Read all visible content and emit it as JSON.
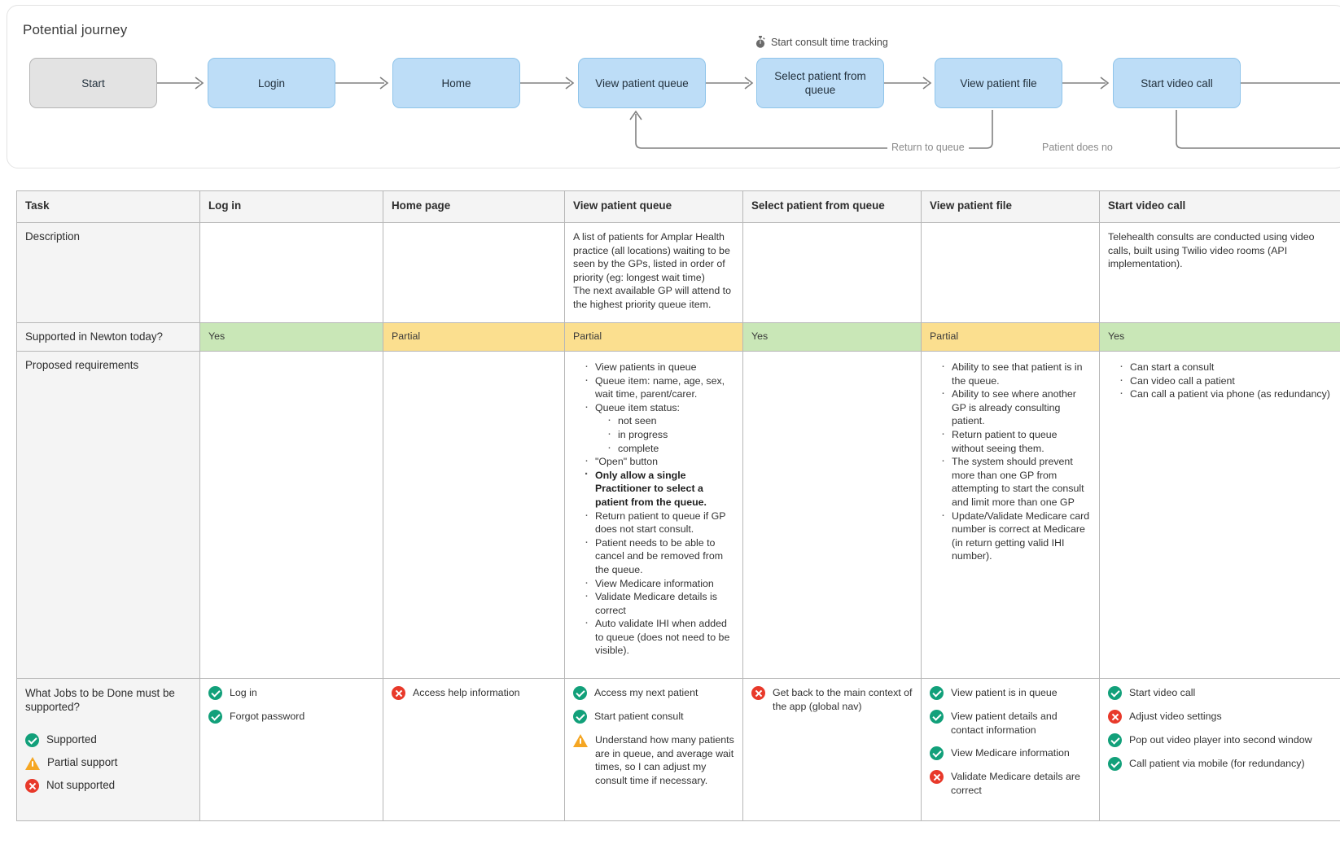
{
  "journey": {
    "title": "Potential journey",
    "timer_note": {
      "icon": "stopwatch-icon",
      "label": "Start consult time tracking"
    },
    "nodes": [
      {
        "id": "start",
        "label": "Start",
        "type": "start"
      },
      {
        "id": "login",
        "label": "Login",
        "type": "step"
      },
      {
        "id": "home",
        "label": "Home",
        "type": "step"
      },
      {
        "id": "view-patient-queue",
        "label": "View patient queue",
        "type": "step"
      },
      {
        "id": "select-patient-from-queue",
        "label": "Select patient from queue",
        "type": "step"
      },
      {
        "id": "view-patient-file",
        "label": "View patient file",
        "type": "step"
      },
      {
        "id": "start-video-call",
        "label": "Start video call",
        "type": "step"
      }
    ],
    "edge_labels": [
      {
        "id": "return-to-queue",
        "label": "Return to queue"
      },
      {
        "id": "patient-does-not",
        "label": "Patient does no"
      }
    ],
    "colors": {
      "step_fill": "#bdddf7",
      "step_border": "#8fc4ea",
      "start_fill": "#e3e3e3",
      "start_border": "#b5b5b5",
      "connector": "#808080"
    }
  },
  "matrix": {
    "columns": [
      "Task",
      "Log in",
      "Home page",
      "View patient queue",
      "Select patient from queue",
      "View patient file",
      "Start video call"
    ],
    "rows": {
      "description": {
        "label": "Description",
        "cells": [
          "",
          "",
          "A list of patients for Amplar Health practice (all locations) waiting to be seen by the GPs, listed in order of priority (eg: longest wait time)\nThe next available GP will attend to the highest priority queue item.",
          "",
          "",
          "Telehealth consults are conducted using video calls, built using Twilio video rooms (API implementation)."
        ]
      },
      "supported": {
        "label": "Supported in Newton today?",
        "cells": [
          {
            "value": "Yes",
            "state": "yes"
          },
          {
            "value": "Partial",
            "state": "partial"
          },
          {
            "value": "Partial",
            "state": "partial"
          },
          {
            "value": "Yes",
            "state": "yes"
          },
          {
            "value": "Partial",
            "state": "partial"
          },
          {
            "value": "Yes",
            "state": "yes"
          }
        ]
      },
      "requirements": {
        "label": "Proposed requirements",
        "cells": [
          {
            "items": []
          },
          {
            "items": []
          },
          {
            "items": [
              {
                "text": "View patients in queue"
              },
              {
                "text": "Queue item: name, age, sex, wait time, parent/carer."
              },
              {
                "text": "Queue item status:",
                "sub": [
                  "not seen",
                  "in progress",
                  "complete"
                ]
              },
              {
                "text": "\"Open\" button"
              },
              {
                "text": "Only allow a single Practitioner to select a patient from the queue.",
                "bold": true
              },
              {
                "text": "Return patient to queue if GP does not start consult."
              },
              {
                "text": "Patient needs to be able to cancel and be removed from the queue."
              },
              {
                "text": "View Medicare information"
              },
              {
                "text": "Validate Medicare details is correct"
              },
              {
                "text": "Auto validate IHI when added to queue (does not need to be visible)."
              }
            ]
          },
          {
            "items": []
          },
          {
            "items": [
              {
                "text": "Ability to see that patient is in the queue."
              },
              {
                "text": "Ability to see where another GP is already consulting patient."
              },
              {
                "text": "Return patient to queue without seeing them."
              },
              {
                "text": "The system should prevent more than one GP from attempting to start the consult and limit more than one GP"
              },
              {
                "text": "Update/Validate Medicare card number is correct at Medicare (in return getting valid IHI number)."
              }
            ]
          },
          {
            "items": [
              {
                "text": "Can start a consult"
              },
              {
                "text": "Can video call a patient"
              },
              {
                "text": "Can call a patient via phone (as redundancy)"
              }
            ]
          }
        ]
      },
      "jtbd": {
        "label": "What Jobs to be Done must be supported?",
        "legend": [
          {
            "state": "yes",
            "label": "Supported"
          },
          {
            "state": "partial",
            "label": "Partial support"
          },
          {
            "state": "no",
            "label": "Not supported"
          }
        ],
        "cells": [
          [
            {
              "state": "yes",
              "label": "Log in"
            },
            {
              "state": "yes",
              "label": "Forgot password"
            }
          ],
          [
            {
              "state": "no",
              "label": "Access help information"
            }
          ],
          [
            {
              "state": "yes",
              "label": "Access my next patient"
            },
            {
              "state": "yes",
              "label": "Start patient consult"
            },
            {
              "state": "partial",
              "label": "Understand how many patients are in queue, and average wait times, so I can adjust my consult time if necessary."
            }
          ],
          [
            {
              "state": "no",
              "label": "Get back to the main context of the app (global nav)"
            }
          ],
          [
            {
              "state": "yes",
              "label": "View patient is in queue"
            },
            {
              "state": "yes",
              "label": "View patient details and contact information"
            },
            {
              "state": "yes",
              "label": "View Medicare information"
            },
            {
              "state": "no",
              "label": "Validate Medicare details are correct"
            }
          ],
          [
            {
              "state": "yes",
              "label": "Start video call"
            },
            {
              "state": "no",
              "label": "Adjust video settings"
            },
            {
              "state": "yes",
              "label": "Pop out video player into second window"
            },
            {
              "state": "yes",
              "label": "Call patient via mobile (for redundancy)"
            }
          ]
        ]
      }
    }
  }
}
